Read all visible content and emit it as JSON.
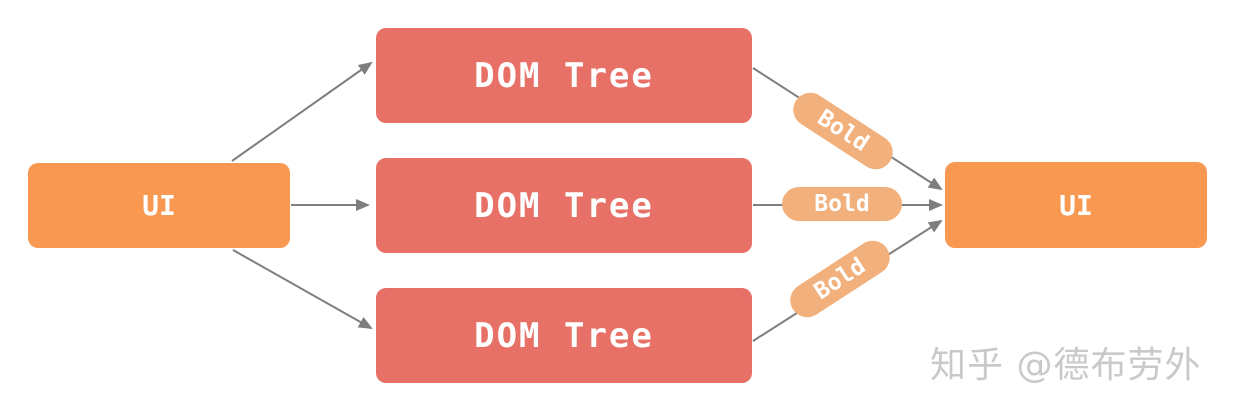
{
  "diagram": {
    "source_node": {
      "label": "UI"
    },
    "dom_nodes": [
      {
        "label": "DOM Tree"
      },
      {
        "label": "DOM Tree"
      },
      {
        "label": "DOM Tree"
      }
    ],
    "target_node": {
      "label": "UI"
    },
    "edge_labels": [
      {
        "label": "Bold"
      },
      {
        "label": "Bold"
      },
      {
        "label": "Bold"
      }
    ],
    "edges": [
      {
        "from": "UI (left)",
        "to": "DOM Tree (top)",
        "label": ""
      },
      {
        "from": "UI (left)",
        "to": "DOM Tree (middle)",
        "label": ""
      },
      {
        "from": "UI (left)",
        "to": "DOM Tree (bottom)",
        "label": ""
      },
      {
        "from": "DOM Tree (top)",
        "to": "UI (right)",
        "label": "Bold"
      },
      {
        "from": "DOM Tree (middle)",
        "to": "UI (right)",
        "label": "Bold"
      },
      {
        "from": "DOM Tree (bottom)",
        "to": "UI (right)",
        "label": "Bold"
      }
    ],
    "colors": {
      "ui_node": "#F99851",
      "dom_node": "#E77067",
      "edge_label_pill": "#F2B17C",
      "arrow": "#7E7E7E",
      "node_text": "#FFFFFF",
      "watermark_text": "#C9C9C9"
    }
  },
  "watermark": {
    "text": "知乎 @德布劳外"
  }
}
